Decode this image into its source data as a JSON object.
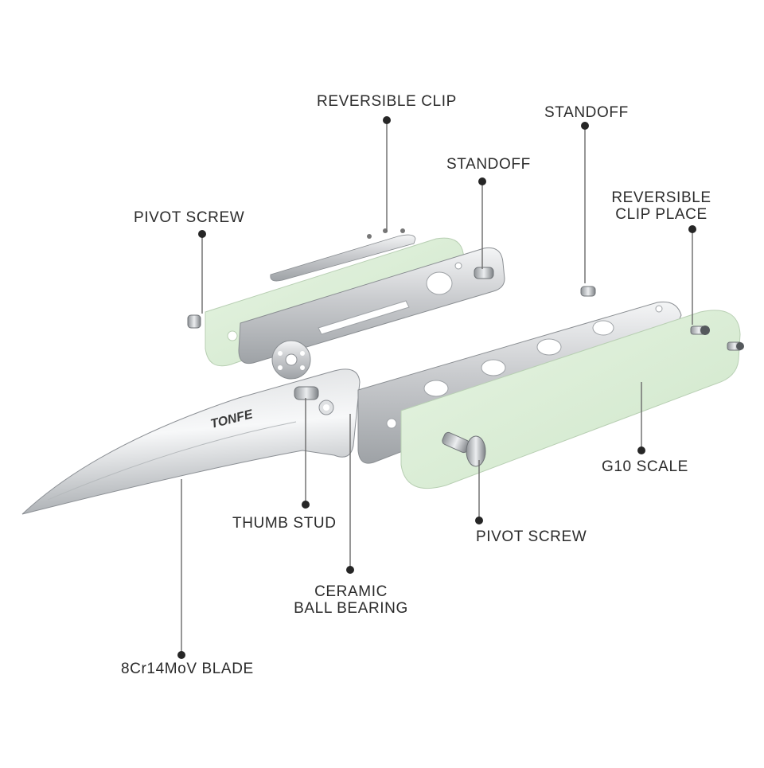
{
  "brand_logo": "TONFE",
  "labels": {
    "reversible_clip": "REVERSIBLE CLIP",
    "standoff_top": "STANDOFF",
    "standoff_mid": "STANDOFF",
    "reversible_clip_place_line1": "REVERSIBLE",
    "reversible_clip_place_line2": "CLIP PLACE",
    "pivot_screw_left": "PIVOT SCREW",
    "g10_scale": "G10 SCALE",
    "thumb_stud": "THUMB STUD",
    "pivot_screw_right": "PIVOT SCREW",
    "ceramic_line1": "CERAMIC",
    "ceramic_line2": "BALL BEARING",
    "blade": "8Cr14MoV BLADE"
  },
  "colors": {
    "g10_scale": "#dcefd8",
    "steel": "#cfd1d3",
    "text": "#2b2b2b",
    "dot": "#262626",
    "background": "#ffffff"
  }
}
